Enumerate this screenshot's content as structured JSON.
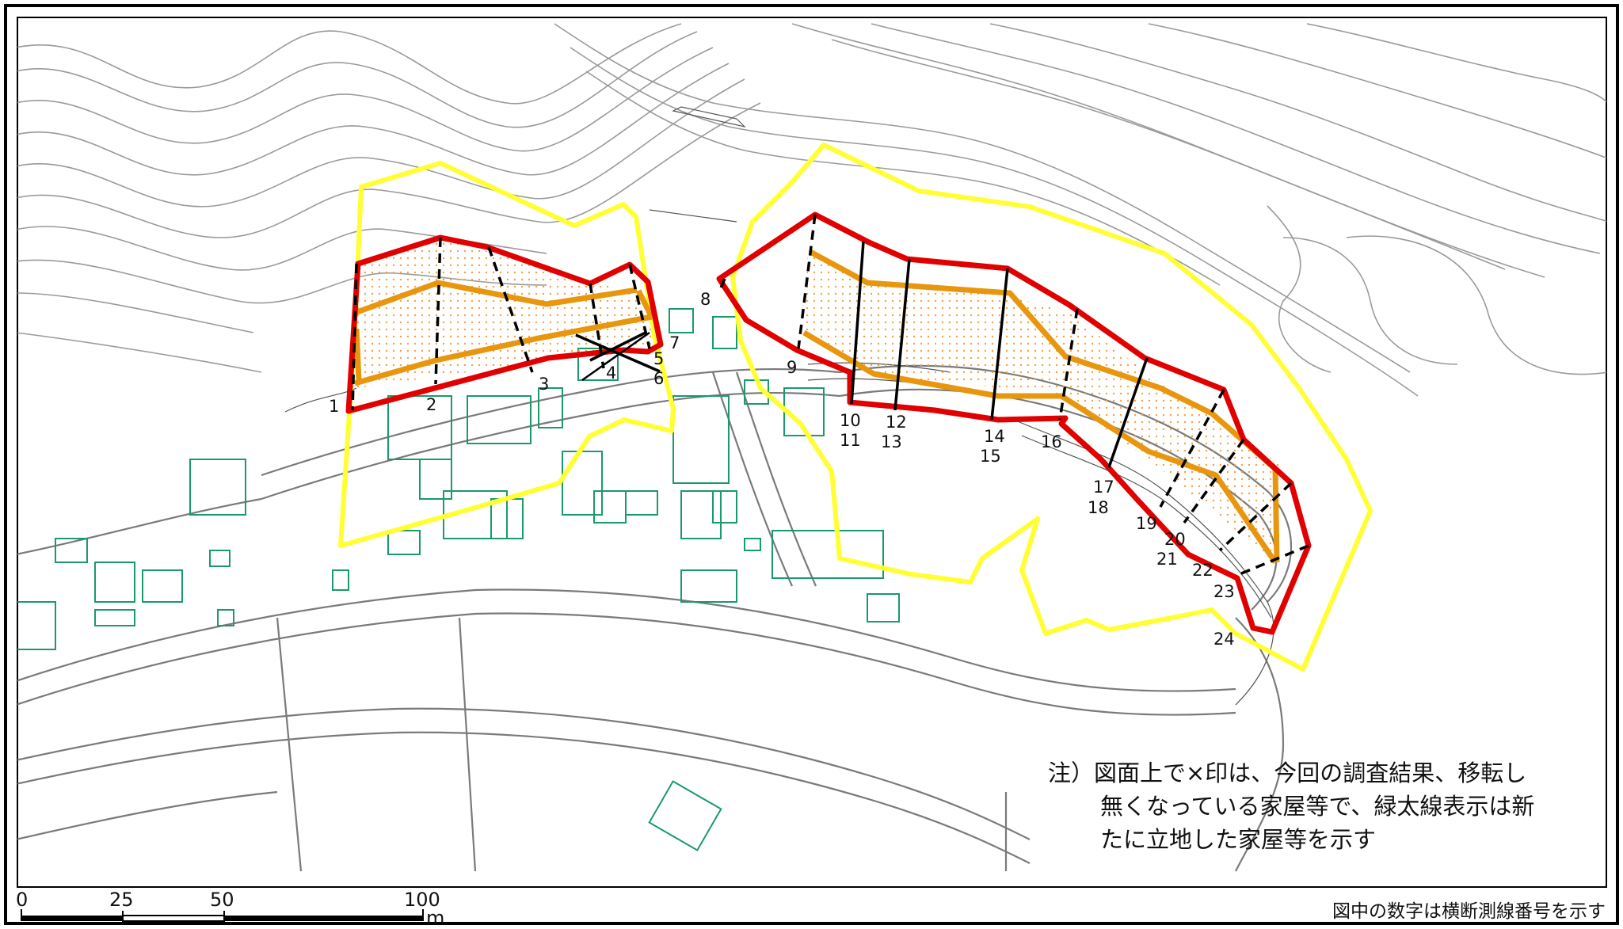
{
  "note": {
    "lines": [
      "注）図面上で×印は、今回の調査結果、移転し",
      "無くなっている家屋等で、緑太線表示は新",
      "たに立地した家屋等を示す"
    ]
  },
  "footer_note": "図中の数字は横断測線番号を示す",
  "scale_bar": {
    "ticks": [
      "0",
      "25",
      "50",
      "100"
    ],
    "unit": "m"
  },
  "section_numbers": [
    "1",
    "2",
    "3",
    "4",
    "5",
    "6",
    "7",
    "8",
    "9",
    "10",
    "11",
    "12",
    "13",
    "14",
    "15",
    "16",
    "17",
    "18",
    "19",
    "20",
    "21",
    "22",
    "23",
    "24"
  ],
  "colors": {
    "outer_boundary": "#ffff33",
    "inner_boundary": "#e00000",
    "centerline": "#e8960e",
    "hatch": "#f2a24a",
    "buildings": "#1a9a6a",
    "contours": "#9a9a9a",
    "section_lines": "#000000"
  },
  "icons": {
    "removed_building_marker": "x-mark-icon"
  }
}
